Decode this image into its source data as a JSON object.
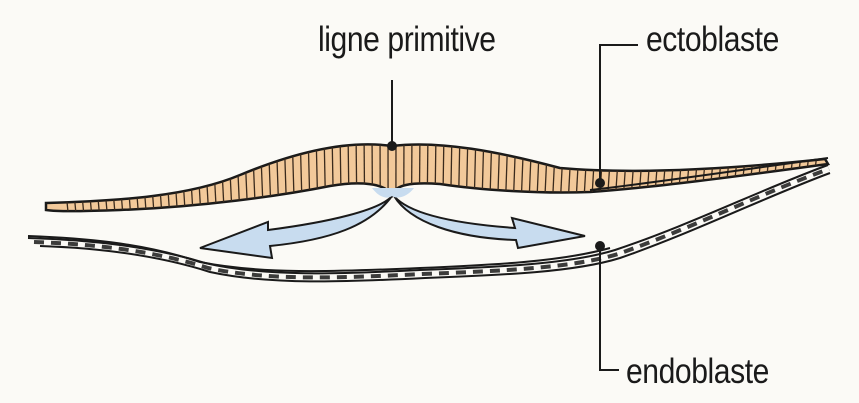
{
  "labels": {
    "ligne_primitive": "ligne primitive",
    "ectoblaste": "ectoblaste",
    "endoblaste": "endoblaste"
  },
  "colors": {
    "ectoblast_fill": "#f2c99a",
    "migration_arrow_fill": "#c8dcef",
    "line": "#1a1a1a",
    "background": "#fbfaf6"
  }
}
